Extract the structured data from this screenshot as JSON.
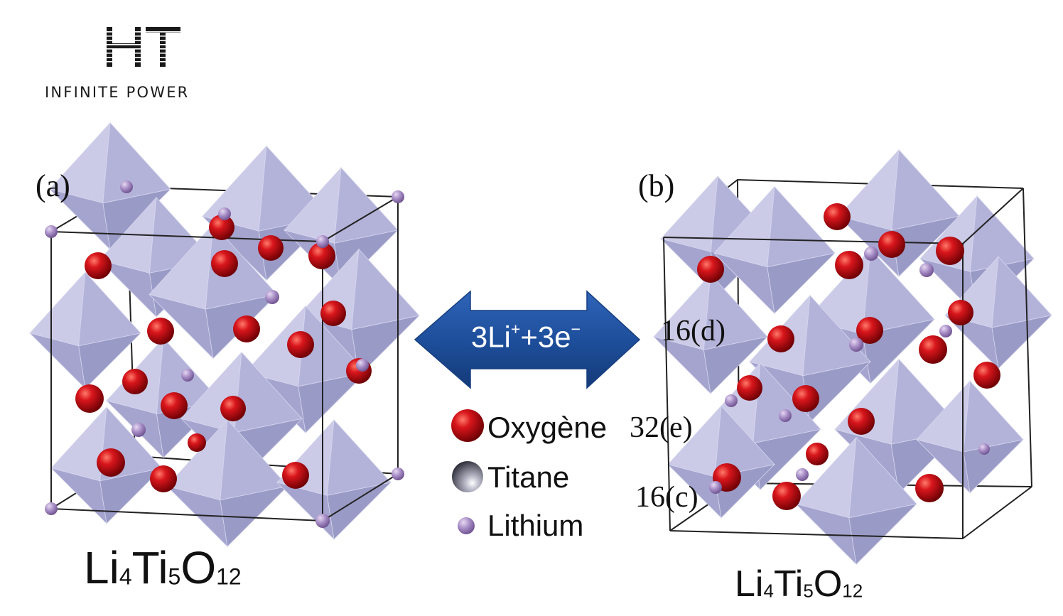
{
  "logo": {
    "mark": "HT",
    "tagline": "INFINITE POWER"
  },
  "panels": {
    "a": {
      "label": "(a)",
      "formula": {
        "p1": "Li",
        "s1": "4",
        "p2": "Ti",
        "s2": "5",
        "p3": "O",
        "s3": "12"
      }
    },
    "b": {
      "label": "(b)",
      "formula": {
        "p1": "Li",
        "s1": "4",
        "p2": "Ti",
        "s2": "5",
        "p3": "O",
        "s3": "12"
      },
      "sites": [
        "16(d)",
        "32(e)",
        "16(c)"
      ]
    }
  },
  "reaction": {
    "a": "3Li",
    "b": "+",
    "c": "+3e",
    "d": "−"
  },
  "legend": {
    "oxygen": "Oxygène",
    "titanium": "Titane",
    "lithium": "Lithium"
  },
  "colors": {
    "octahedron": "#b8b8de",
    "oxygen": "#cc1014",
    "titanium": "#4a4a5a",
    "lithium": "#a58bc4",
    "arrow": "#1e4f9c"
  }
}
